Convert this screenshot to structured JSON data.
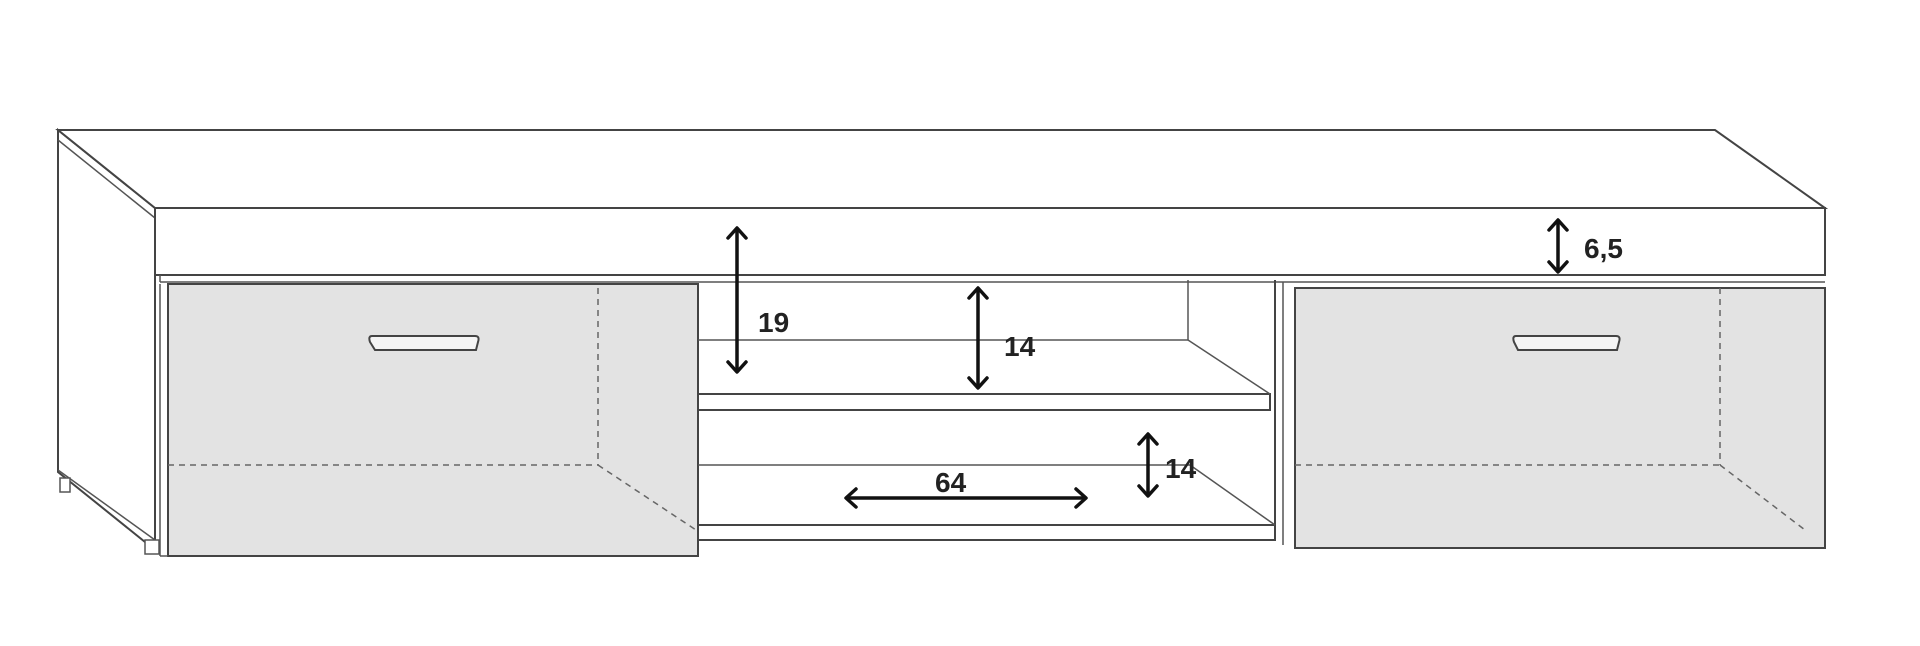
{
  "dimensions": {
    "top_thickness": "6,5",
    "opening_height": "19",
    "upper_shelf_gap": "14",
    "lower_shelf_gap": "14",
    "shelf_width": "64"
  },
  "colors": {
    "outline": "#444444",
    "drawer_fill": "#e3e3e3",
    "body_fill": "#ffffff",
    "arrow": "#111111"
  }
}
